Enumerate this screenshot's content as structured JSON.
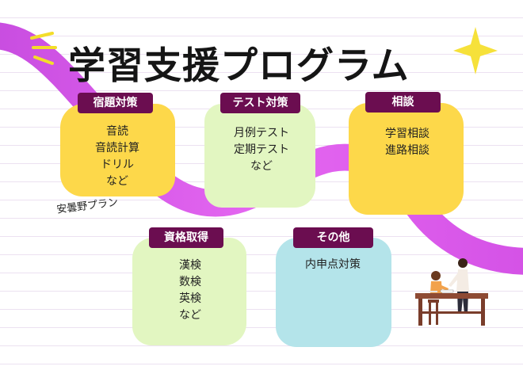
{
  "title": "学習支援プログラム",
  "note": "安曇野プラン",
  "colors": {
    "label_bg": "#6b0d50",
    "card_yellow": "#fdd84a",
    "card_green": "#e2f6c1",
    "card_blue": "#b4e4ea",
    "ribbon": "#d75ce9",
    "accent_star": "#f6e13a"
  },
  "cards": [
    {
      "label": "宿題対策",
      "items": [
        "音読",
        "音読計算",
        "ドリル",
        "など"
      ]
    },
    {
      "label": "テスト対策",
      "items": [
        "月例テスト",
        "定期テスト",
        "など"
      ]
    },
    {
      "label": "相談",
      "items": [
        "学習相談",
        "進路相談"
      ]
    },
    {
      "label": "資格取得",
      "items": [
        "漢検",
        "数検",
        "英検",
        "など"
      ]
    },
    {
      "label": "その他",
      "items": [
        "内申点対策"
      ]
    }
  ],
  "illustration": {
    "icon": "tutor-and-student-at-desk-icon"
  }
}
